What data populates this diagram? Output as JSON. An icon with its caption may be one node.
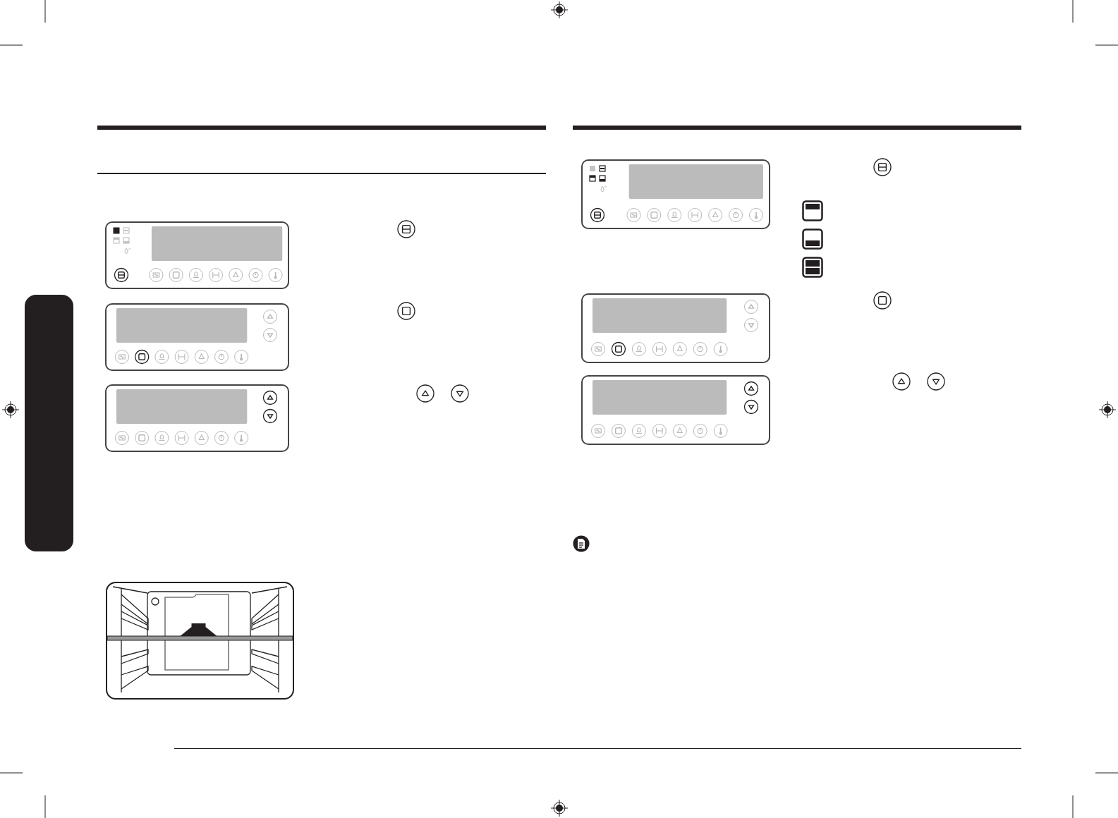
{
  "diagram": {
    "nodes": [
      {
        "text": [],
        "shape": "bar"
      },
      {
        "text": [],
        "shape": "box"
      },
      {
        "text": [],
        "shape": "box"
      },
      {
        "text": [],
        "shape": "box"
      },
      {
        "text": [],
        "shape": "picture"
      },
      {
        "text": [],
        "shape": "box"
      },
      {
        "text": [],
        "shape": "box"
      },
      {
        "text": [],
        "shape": "box"
      }
    ]
  }
}
